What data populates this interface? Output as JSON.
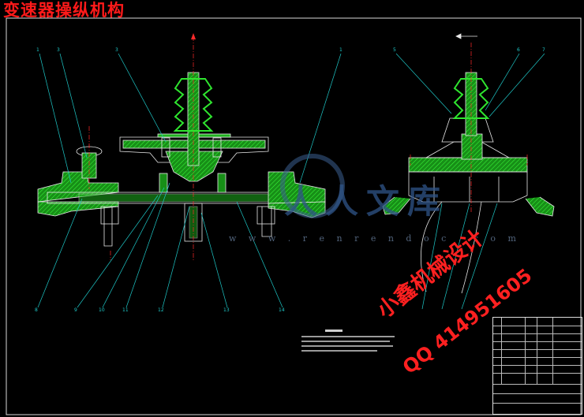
{
  "title": "变速器操纵机构",
  "watermark": {
    "brand": "人人文库",
    "site": "w w w . r e n r e n d o c . c o m"
  },
  "stamp": {
    "line1": "小鑫机械设计",
    "line2": "QQ 414951605"
  },
  "callouts_left": [
    "1",
    "3",
    "3",
    "1",
    "8",
    "9",
    "10",
    "11",
    "12",
    "13",
    "14"
  ],
  "callouts_right": [
    "5",
    "6",
    "7"
  ],
  "colors": {
    "background": "#000000",
    "outline": "#e8e8e8",
    "part_fill": "#1fb31f",
    "boot": "#2fe52f",
    "leader": "#1ec8c8",
    "centerline": "#ff2a2a",
    "stamp": "#ff2020",
    "watermark": "#2f5488"
  }
}
